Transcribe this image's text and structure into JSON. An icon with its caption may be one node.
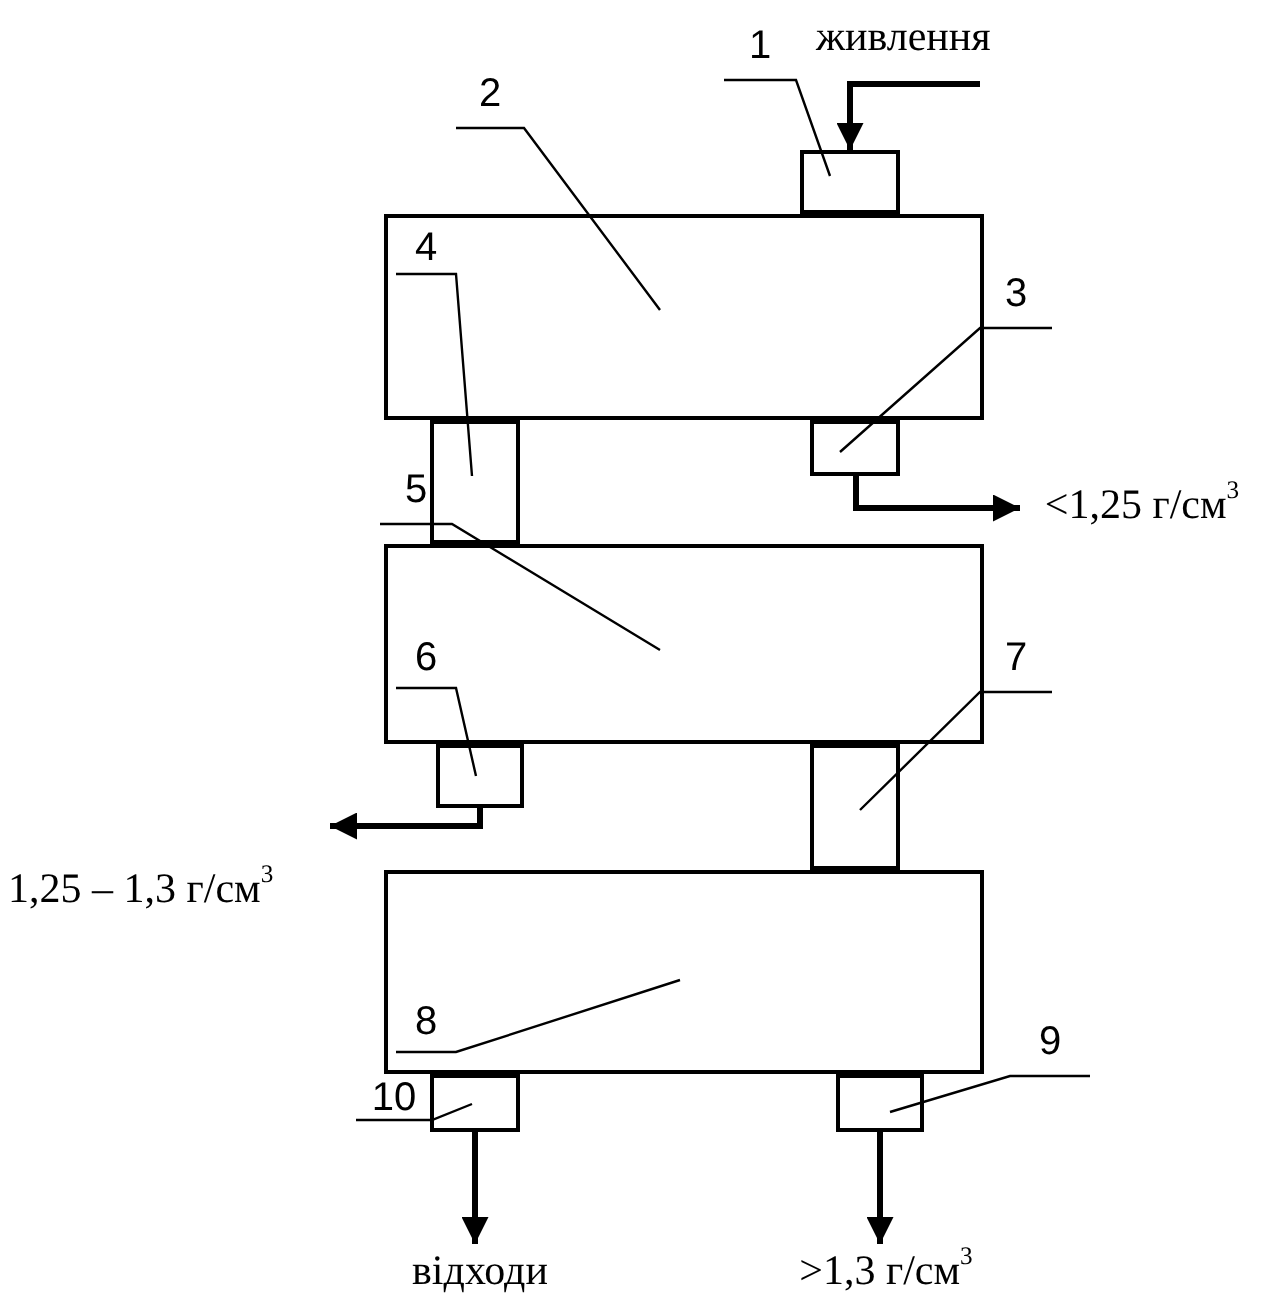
{
  "diagram": {
    "nodes": [
      {
        "text": [],
        "shape": "box"
      },
      {
        "text": [],
        "shape": "box"
      },
      {
        "text": [],
        "shape": "box"
      },
      {
        "text": [],
        "shape": "box"
      },
      {
        "text": [],
        "shape": "box"
      },
      {
        "text": [],
        "shape": "box"
      },
      {
        "text": [],
        "shape": "box"
      },
      {
        "text": [],
        "shape": "box"
      },
      {
        "text": [],
        "shape": "box"
      },
      {
        "text": [],
        "shape": "box"
      },
      {
        "text": [
          "живлення"
        ]
      },
      {
        "text": [
          "<1,25 г/см$^{3}$"
        ]
      },
      {
        "text": [
          "1,25 – 1,3 г/см$^{3}$"
        ]
      },
      {
        "text": [
          "відходи"
        ]
      },
      {
        "text": [
          ">1,3 г/см$^{3}$"
        ]
      },
      {
        "text": [
          "1"
        ]
      },
      {
        "text": [
          "2"
        ]
      },
      {
        "text": [
          "3"
        ]
      },
      {
        "text": [
          "4"
        ],
        "in": 1
      },
      {
        "text": [
          "5"
        ]
      },
      {
        "text": [
          "6"
        ],
        "in": 4
      },
      {
        "text": [
          "7"
        ]
      },
      {
        "text": [
          "8"
        ],
        "in": 7
      },
      {
        "text": [
          "9"
        ]
      },
      {
        "text": [
          "10"
        ]
      }
    ],
    "edges": [
      {
        "from": 10,
        "to": 0,
        "arrow": "to",
        "style": "thick"
      },
      {
        "from": 2,
        "to": 11,
        "arrow": "to",
        "style": "thick"
      },
      {
        "from": 5,
        "to": 12,
        "arrow": "to",
        "style": "thick"
      },
      {
        "from": 9,
        "to": 13,
        "arrow": "to",
        "style": "thick"
      },
      {
        "from": 8,
        "to": 14,
        "arrow": "to",
        "style": "thick"
      },
      {
        "from": 15,
        "to": 0,
        "arrow": "none"
      },
      {
        "from": 16,
        "to": 1,
        "arrow": "none"
      },
      {
        "from": 17,
        "to": 2,
        "arrow": "none"
      },
      {
        "from": 18,
        "to": 3,
        "arrow": "none"
      },
      {
        "from": 19,
        "to": 4,
        "arrow": "none"
      },
      {
        "from": 20,
        "to": 5,
        "arrow": "none"
      },
      {
        "from": 21,
        "to": 6,
        "arrow": "none"
      },
      {
        "from": 22,
        "to": 7,
        "arrow": "none"
      },
      {
        "from": 23,
        "to": 8,
        "arrow": "none"
      },
      {
        "from": 24,
        "to": 9,
        "arrow": "none"
      }
    ]
  }
}
